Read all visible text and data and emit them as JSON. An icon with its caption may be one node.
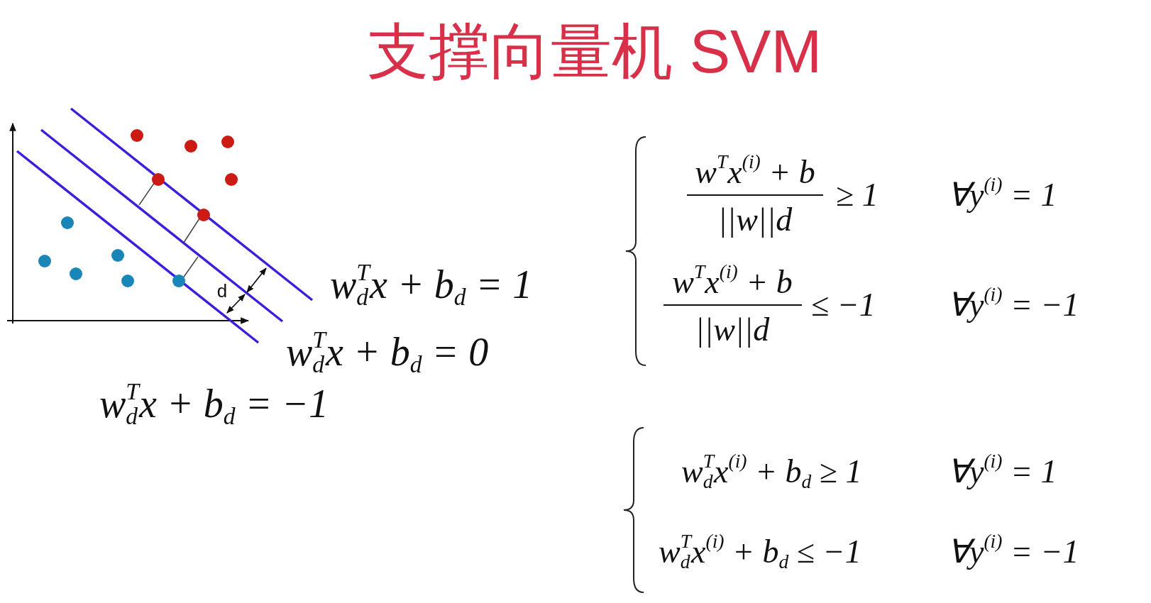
{
  "diagram": {
    "title": "支撑向量机 SVM",
    "labels": [
      "d",
      "w$_{d}$$^{T}$x + b$_{d}$ = 1",
      "w$_{d}$$^{T}$x + b$_{d}$ = 0",
      "w$_{d}$$^{T}$x + b$_{d}$ = −1",
      "w$^{T}$x$^{(i)}$ + b",
      "||w||d",
      "≥ 1",
      "∀y$^{(i)}$ = 1",
      "w$^{T}$x$^{(i)}$ + b",
      "||w||d",
      "≤ −1",
      "∀y$^{(i)}$ = −1",
      "w$_{d}$$^{T}$x$^{(i)}$ + b$_{d}$ ≥ 1",
      "∀y$^{(i)}$ = 1",
      "w$_{d}$$^{T}$x$^{(i)}$ + b$_{d}$ ≤ −1",
      "∀y$^{(i)}$ = −1"
    ]
  }
}
